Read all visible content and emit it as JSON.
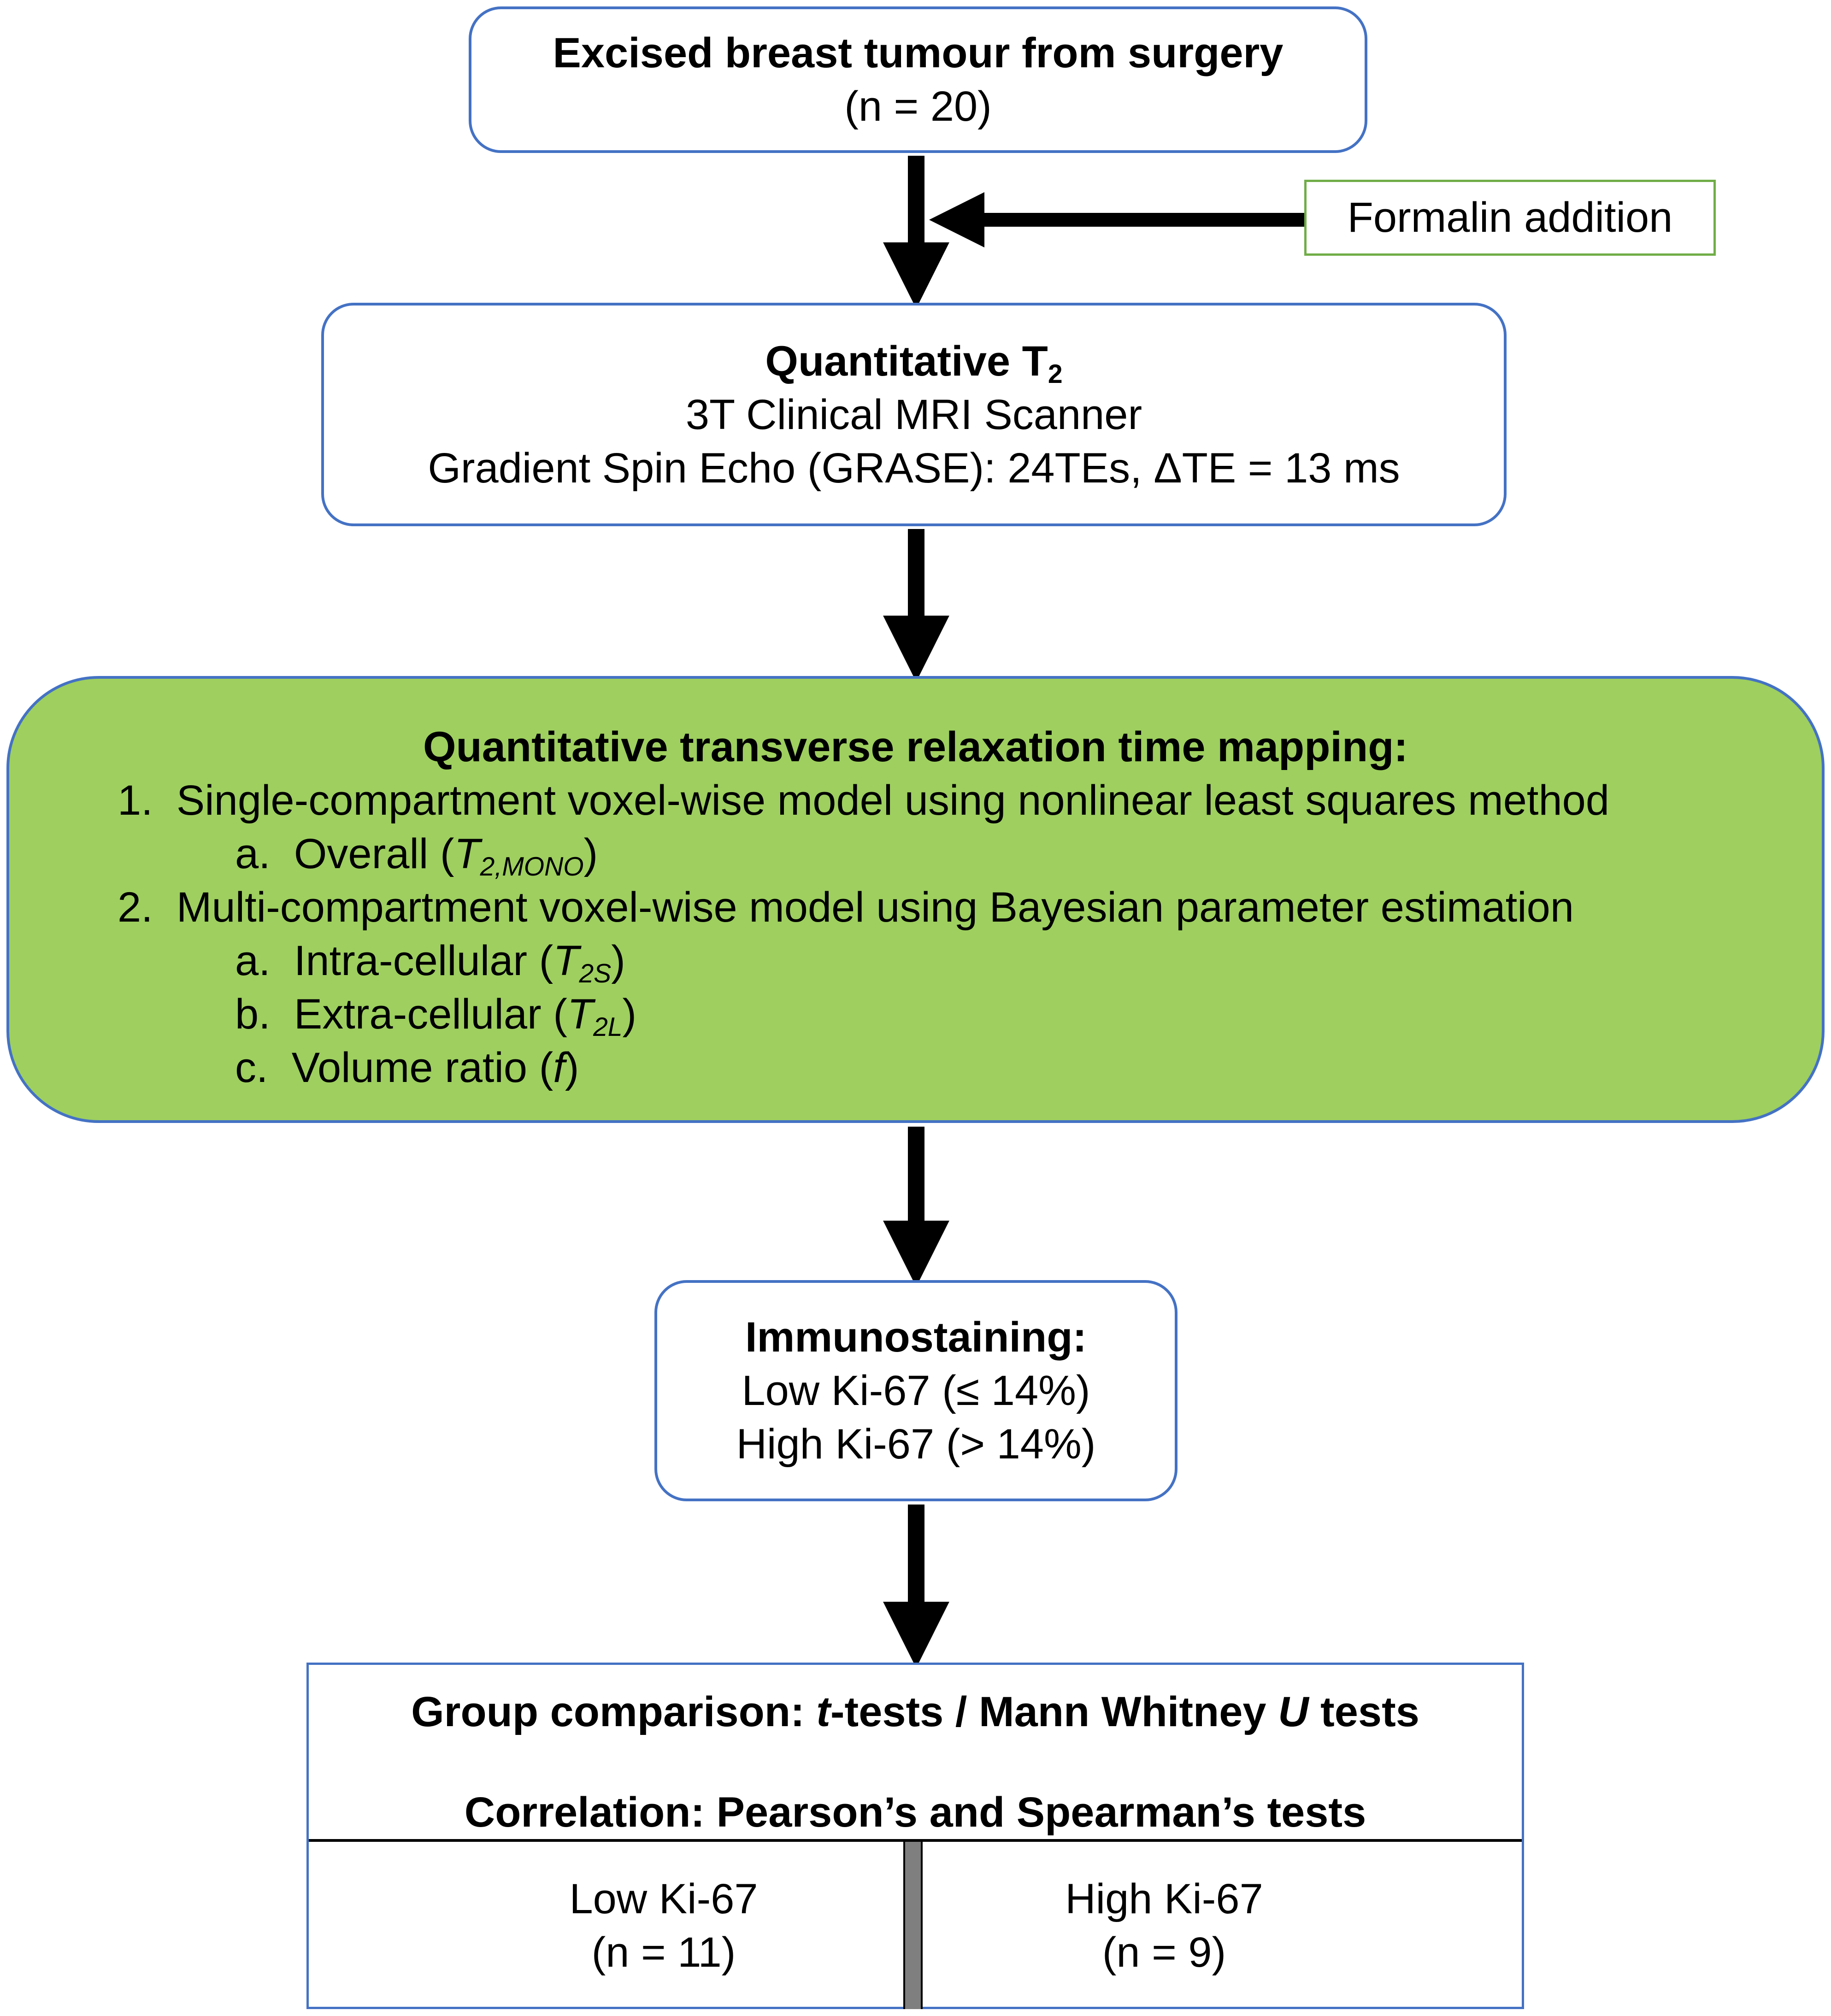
{
  "box1": {
    "title": "Excised breast tumour from surgery",
    "subtitle": "(n = 20)"
  },
  "formalin": {
    "label": "Formalin addition"
  },
  "box2": {
    "title_prefix": "Quantitative T",
    "title_subscript": "2",
    "line1": "3T Clinical MRI Scanner",
    "line2": "Gradient Spin Echo (GRASE): 24TEs, ΔTE = 13 ms"
  },
  "box3": {
    "title": "Quantitative transverse relaxation time mapping:",
    "item1": {
      "num": "1.",
      "text": "Single-compartment voxel-wise model using nonlinear least squares method"
    },
    "item1a": {
      "letter": "a.",
      "text_prefix": "Overall (",
      "symbol": "T",
      "subscript": "2,MONO",
      "text_suffix": ")"
    },
    "item2": {
      "num": "2.",
      "text": "Multi-compartment voxel-wise model using Bayesian parameter estimation"
    },
    "item2a": {
      "letter": "a.",
      "text_prefix": "Intra-cellular (",
      "symbol": "T",
      "subscript": "2S",
      "text_suffix": ")"
    },
    "item2b": {
      "letter": "b.",
      "text_prefix": "Extra-cellular (",
      "symbol": "T",
      "subscript": "2L",
      "text_suffix": ")"
    },
    "item2c": {
      "letter": "c.",
      "text_prefix": "Volume ratio (",
      "symbol": "f",
      "text_suffix": ")"
    }
  },
  "box4": {
    "title": "Immunostaining:",
    "line1": "Low Ki-67 (≤ 14%)",
    "line2": "High Ki-67 (> 14%)"
  },
  "box5": {
    "line1_prefix": "Group comparison: ",
    "line1_t": "t",
    "line1_mid": "-tests / Mann Whitney ",
    "line1_u": "U",
    "line1_suffix": " tests",
    "line2": "Correlation: Pearson’s and Spearman’s tests",
    "low": {
      "label": "Low Ki-67",
      "n": "(n = 11)"
    },
    "high": {
      "label": "High Ki-67",
      "n": "(n = 9)"
    }
  },
  "colors": {
    "box_border": "#4472c4",
    "green_fill": "#9ecf5f",
    "formalin_border": "#70ad47",
    "separator": "#7f7f7f"
  }
}
